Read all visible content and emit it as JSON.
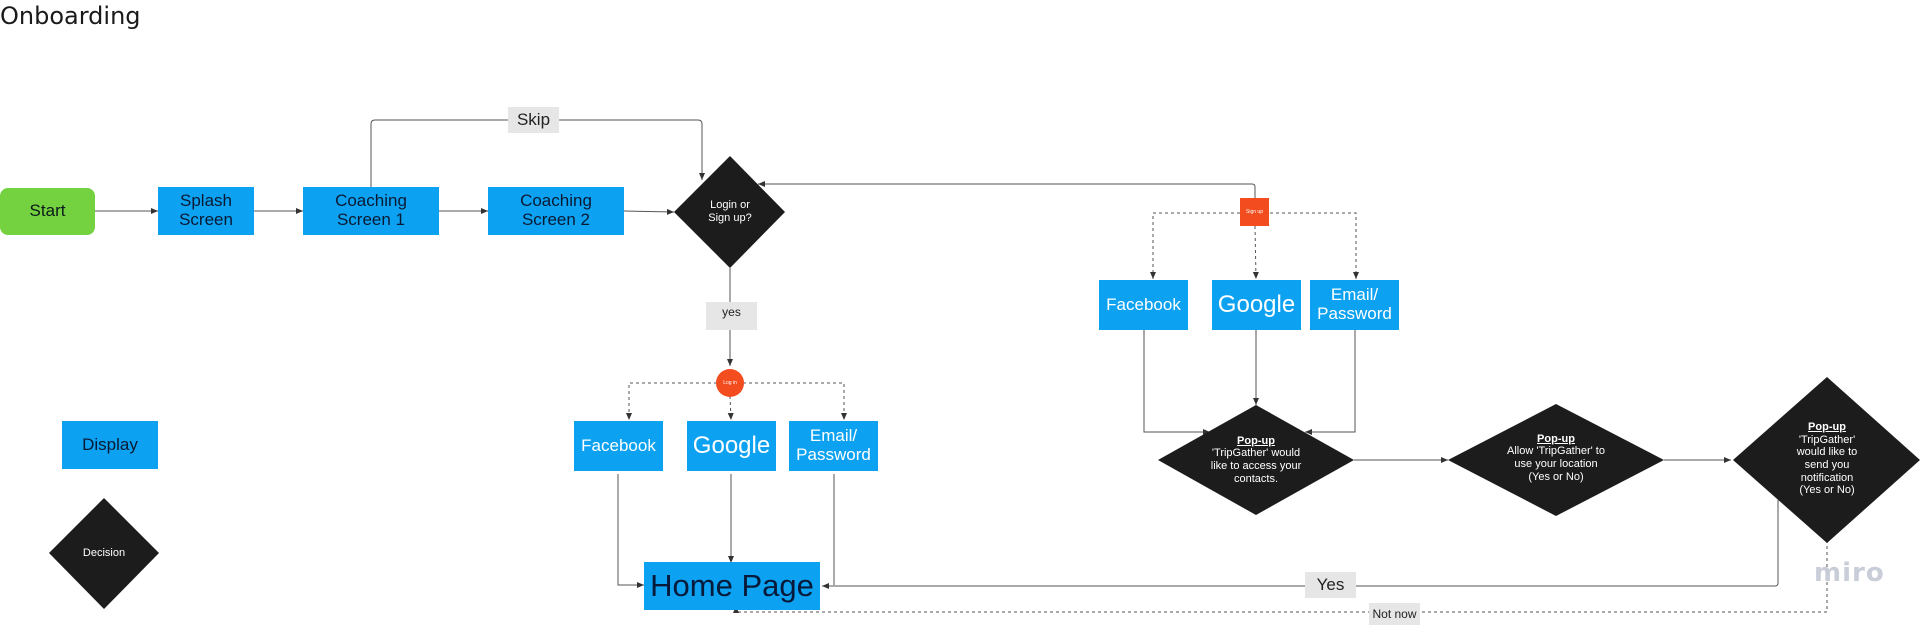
{
  "title": "Onboarding",
  "nodes": {
    "start": "Start",
    "splash_line1": "Splash",
    "splash_line2": "Screen",
    "coaching1_line1": "Coaching",
    "coaching1_line2": "Screen 1",
    "coaching2_line1": "Coaching",
    "coaching2_line2": "Screen 2",
    "login_decision_line1": "Login or",
    "login_decision_line2": "Sign up?",
    "login_facebook": "Facebook",
    "login_google": "Google",
    "login_email_line1": "Email/",
    "login_email_line2": "Password",
    "home_page": "Home Page",
    "signup_facebook": "Facebook",
    "signup_google": "Google",
    "signup_email_line1": "Email/",
    "signup_email_line2": "Password",
    "popup_contacts": {
      "title": "Pop-up",
      "line1": "'TripGather' would",
      "line2": "like to access your",
      "line3": "contacts."
    },
    "popup_location": {
      "title": "Pop-up",
      "line1": "Allow 'TripGather' to",
      "line2": "use your location",
      "line3": "(Yes or No)"
    },
    "popup_notification": {
      "title": "Pop-up",
      "line1": "'TripGather'",
      "line2": "would like to",
      "line3": "send you",
      "line4": "notification",
      "line5": "(Yes or No)"
    }
  },
  "markers": {
    "sign_up": "Sign up",
    "log_in": "Log in"
  },
  "edge_labels": {
    "skip": "Skip",
    "yes_lower": "yes",
    "yes": "Yes",
    "not_now": "Not now"
  },
  "legend": {
    "display": "Display",
    "decision": "Decision"
  },
  "watermark": "miro",
  "colors": {
    "display_blue": "#0ca1f1",
    "decision_black": "#1c1c1c",
    "start_green": "#74d13f",
    "marker_red": "#f34c1f",
    "label_gray": "#e6e6e6"
  }
}
